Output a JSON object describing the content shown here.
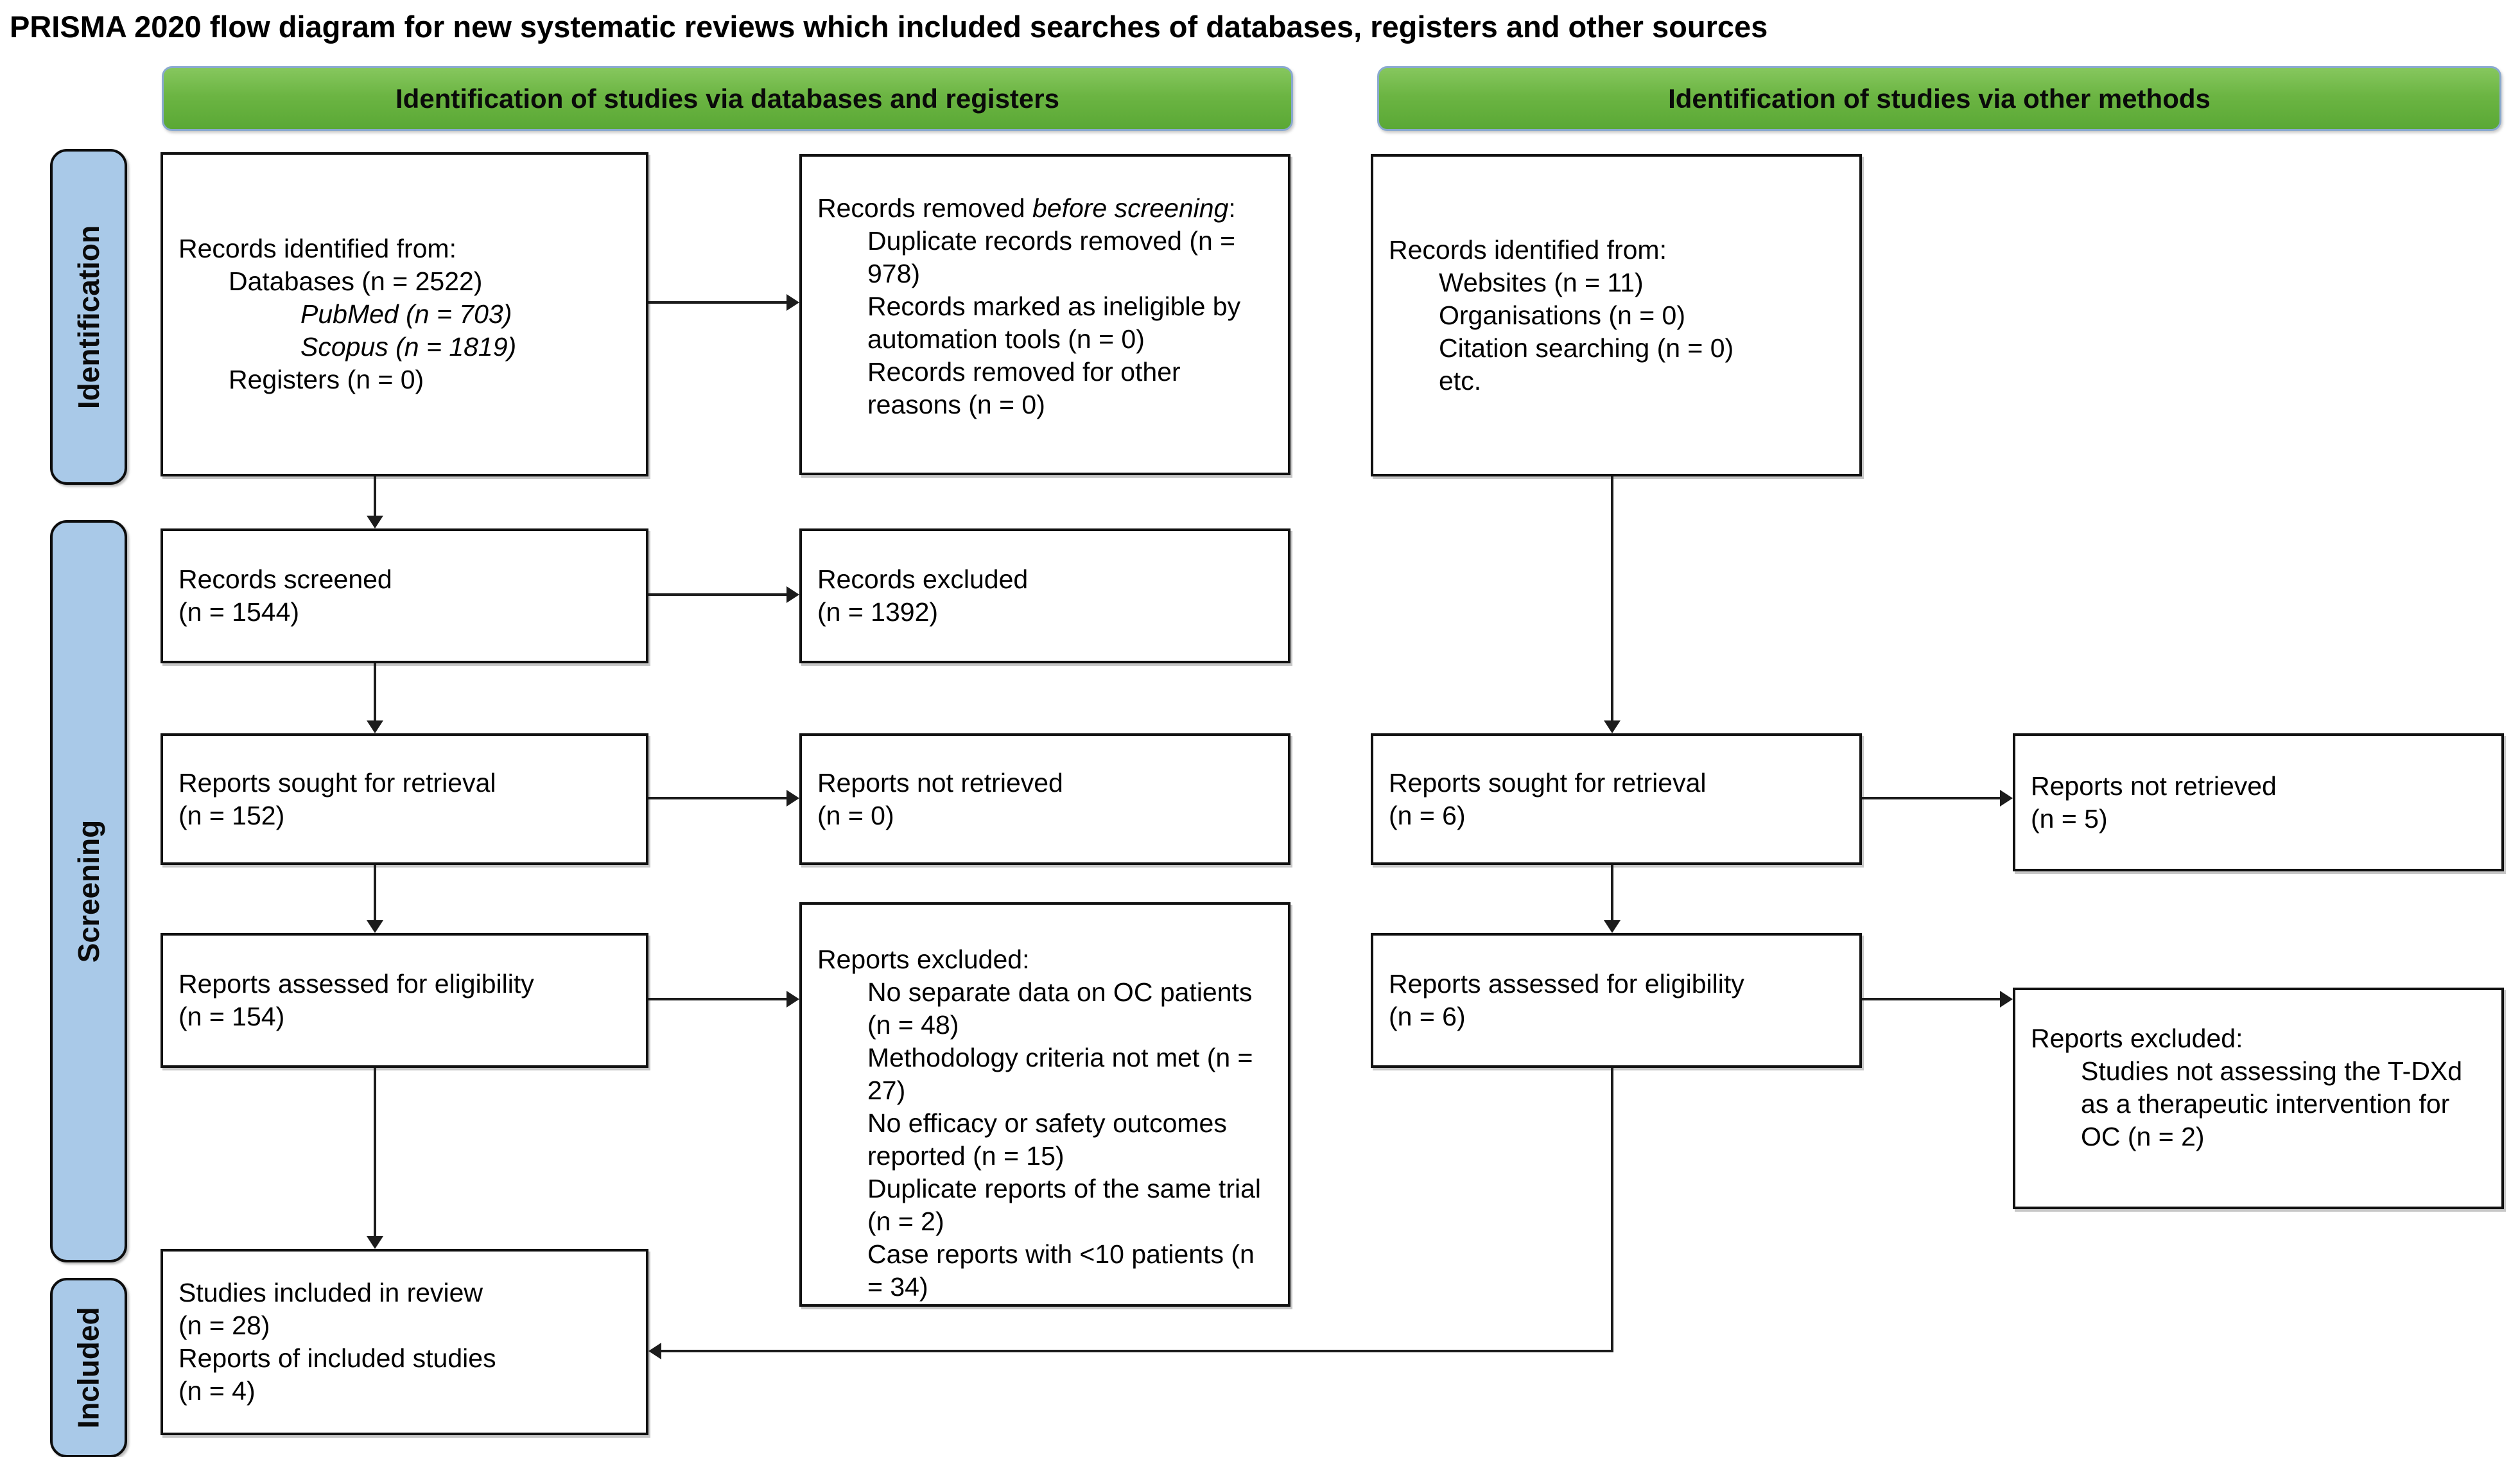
{
  "title": "PRISMA 2020 flow diagram for new systematic reviews which included searches of databases, registers and other sources",
  "headers": {
    "databases": "Identification of studies via databases and registers",
    "other": "Identification of studies via other methods"
  },
  "sidebar": {
    "identification": "Identification",
    "screening": "Screening",
    "included": "Included"
  },
  "colors": {
    "header_green": "#6cb543",
    "header_border_blue": "#8aa9cf",
    "sidebar_blue": "#a9c9e8",
    "box_border": "#111111",
    "arrow": "#1c1c1c"
  },
  "boxes": {
    "db_identified": {
      "l0": "Records identified from:",
      "l1": "Databases (n = 2522)",
      "l2": "PubMed (n = 703)",
      "l3": "Scopus (n = 1819)",
      "l4": "Registers (n = 0)"
    },
    "removed": {
      "l0a": "Records removed ",
      "l0b": "before screening",
      "l0c": ":",
      "l1": "Duplicate records removed  (n = 978)",
      "l2": "Records marked as ineligible by automation tools (n = 0)",
      "l3": "Records removed for other reasons (n = 0)"
    },
    "other_identified": {
      "l0": "Records identified from:",
      "l1": "Websites (n = 11)",
      "l2": "Organisations (n = 0)",
      "l3": "Citation searching (n = 0)",
      "l4": "etc."
    },
    "screened": {
      "l0": "Records screened",
      "l1": "(n = 1544)"
    },
    "excluded": {
      "l0": "Records excluded",
      "l1": "(n = 1392)"
    },
    "sought_db": {
      "l0": "Reports sought for retrieval",
      "l1": "(n = 152)"
    },
    "not_retrieved_db": {
      "l0": "Reports not retrieved",
      "l1": "(n = 0)"
    },
    "sought_other": {
      "l0": "Reports sought for retrieval",
      "l1": "(n = 6)"
    },
    "not_retrieved_other": {
      "l0": "Reports not retrieved",
      "l1": "(n = 5)"
    },
    "assessed_db": {
      "l0": "Reports assessed for eligibility",
      "l1": "(n = 154)"
    },
    "reports_excluded_db": {
      "l0": "Reports excluded:",
      "l1": "No separate data on OC patients (n = 48)",
      "l2": "Methodology criteria not met (n = 27)",
      "l3": "No efficacy or safety outcomes reported (n = 15)",
      "l4": "Duplicate reports of the same trial (n = 2)",
      "l5": "Case reports with <10 patients (n = 34)"
    },
    "assessed_other": {
      "l0": "Reports assessed for eligibility",
      "l1": "(n = 6)"
    },
    "reports_excluded_other": {
      "l0": "Reports excluded:",
      "l1": "Studies not assessing the T-DXd as a therapeutic intervention for OC (n = 2)"
    },
    "included_box": {
      "l0": "Studies included in review",
      "l1": "(n = 28)",
      "l2": "Reports of included studies",
      "l3": "(n = 4)"
    }
  }
}
